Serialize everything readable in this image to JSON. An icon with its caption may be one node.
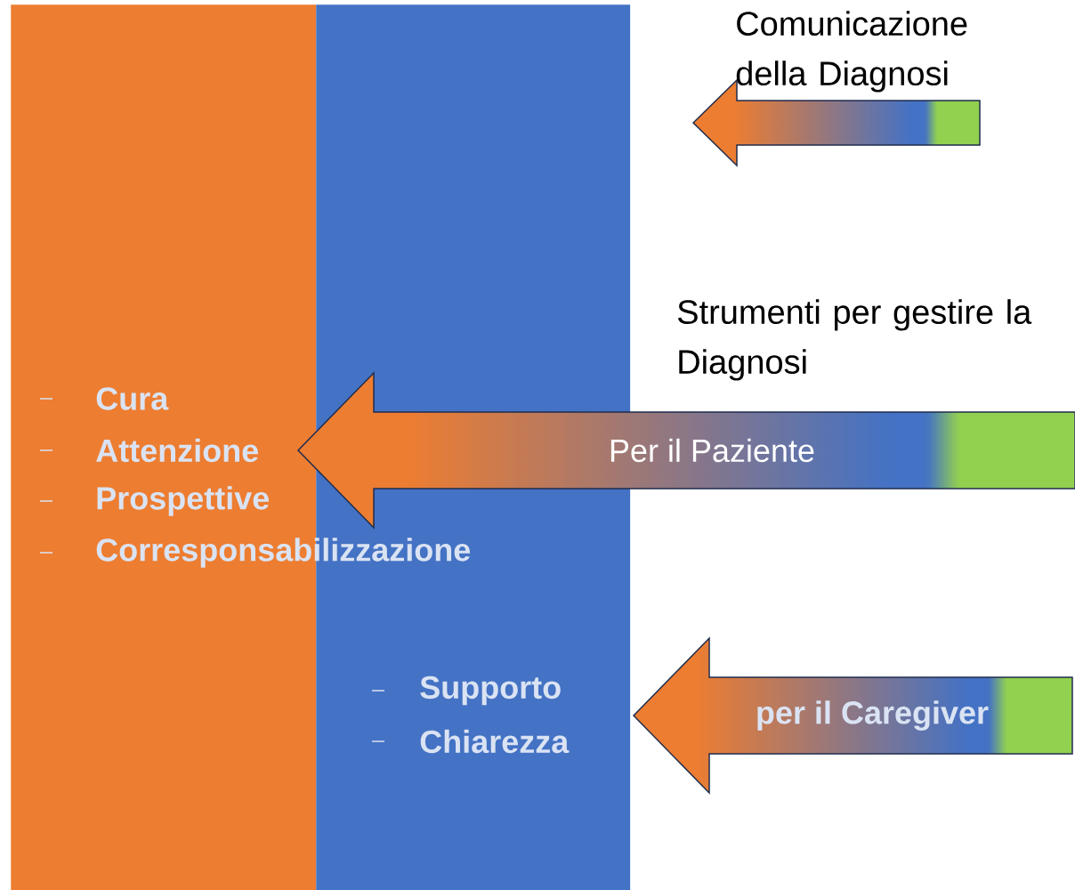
{
  "diagram": {
    "nodes": [
      {
        "text": [
          "Cura",
          "Attenzione",
          "Prospettive",
          "Corresponsabilizzazione"
        ]
      },
      {
        "text": [
          "Supporto",
          "Chiarezza"
        ]
      },
      {
        "text": [],
        "shape": "arrow",
        "beside": [
          "Comunicazione della Diagnosi"
        ]
      },
      {
        "text": [
          "Per il Paziente"
        ],
        "beside": [
          "Strumenti per gestire la Diagnosi"
        ]
      },
      {
        "text": [
          "per il Caregiver"
        ]
      }
    ]
  }
}
